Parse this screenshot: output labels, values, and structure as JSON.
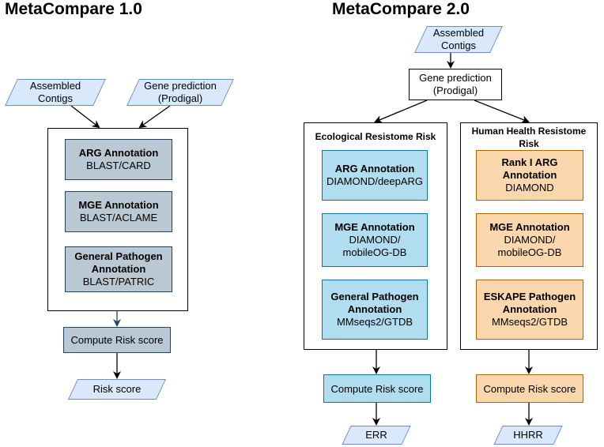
{
  "left": {
    "title": "MetaCompare 1.0",
    "input_contigs": "Assembled\nContigs",
    "input_gene": "Gene prediction\n(Prodigal)",
    "boxes": [
      {
        "bold": "ARG Annotation",
        "sub": "BLAST/CARD"
      },
      {
        "bold": "MGE Annotation",
        "sub": "BLAST/ACLAME"
      },
      {
        "bold": "General Pathogen\nAnnotation",
        "sub": "BLAST/PATRIC"
      }
    ],
    "compute": "Compute Risk score",
    "output": "Risk score"
  },
  "right": {
    "title": "MetaCompare 2.0",
    "input_contigs": "Assembled\nContigs",
    "gene_prediction": "Gene prediction\n(Prodigal)",
    "ecological": {
      "label": "Ecological Resistome Risk",
      "boxes": [
        {
          "bold": "ARG Annotation",
          "sub": "DIAMOND/deepARG"
        },
        {
          "bold": "MGE Annotation",
          "sub": "DIAMOND/\nmobileOG-DB"
        },
        {
          "bold": "General Pathogen\nAnnotation",
          "sub": "MMseqs2/GTDB"
        }
      ],
      "compute": "Compute Risk score",
      "output": "ERR"
    },
    "human": {
      "label": "Human Health Resistome\nRisk",
      "boxes": [
        {
          "bold": "Rank I ARG\nAnnotation",
          "sub": "DIAMOND"
        },
        {
          "bold": "MGE Annotation",
          "sub": "DIAMOND/\nmobileOG-DB"
        },
        {
          "bold": "ESKAPE Pathogen\nAnnotation",
          "sub": "MMseqs2/GTDB"
        }
      ],
      "compute": "Compute Risk score",
      "output": "HHRR"
    }
  },
  "colors": {
    "gray_fill": "#bac8d3",
    "blue_fill": "#b1ddf0",
    "orange_fill": "#fad7ac",
    "parallelogram_fill": "#dae8fc"
  }
}
